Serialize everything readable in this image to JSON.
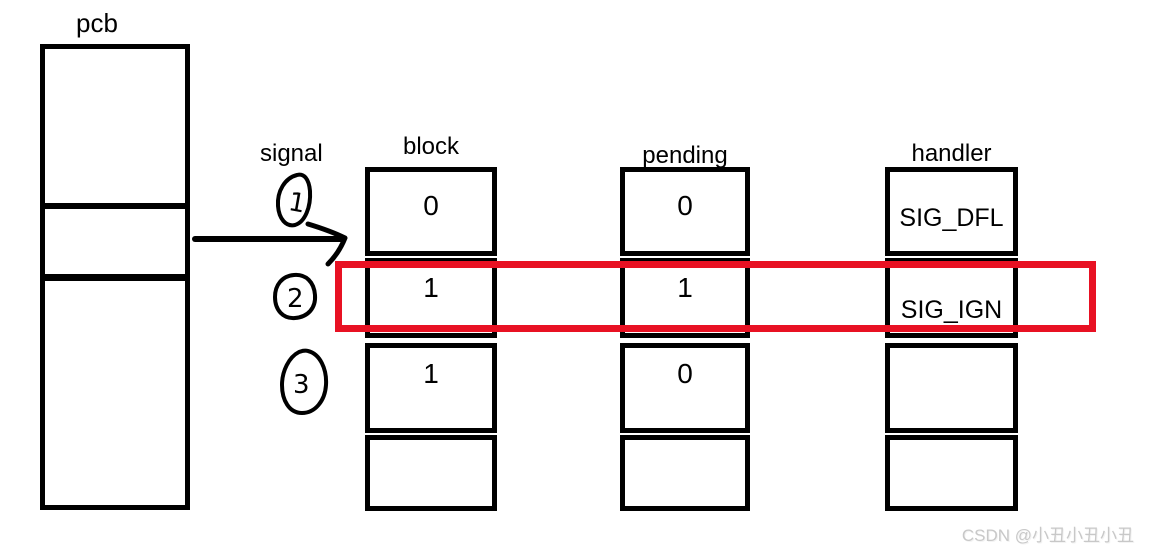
{
  "diagram": {
    "pcb_label": "pcb",
    "signal_label": "signal",
    "step_numbers": [
      "1",
      "2",
      "3"
    ],
    "columns": [
      {
        "id": "block",
        "label": "block",
        "cells": [
          "0",
          "1",
          "1",
          ""
        ]
      },
      {
        "id": "pending",
        "label": "pending",
        "cells": [
          "0",
          "1",
          "0",
          ""
        ]
      },
      {
        "id": "handler",
        "label": "handler",
        "cells": [
          "SIG_DFL",
          "SIG_IGN",
          "",
          ""
        ]
      }
    ],
    "highlight_color": "#e81123",
    "stroke_color": "#000000"
  },
  "watermark": {
    "text": "CSDN @小丑小丑小丑",
    "color": "#c8c8c8"
  }
}
